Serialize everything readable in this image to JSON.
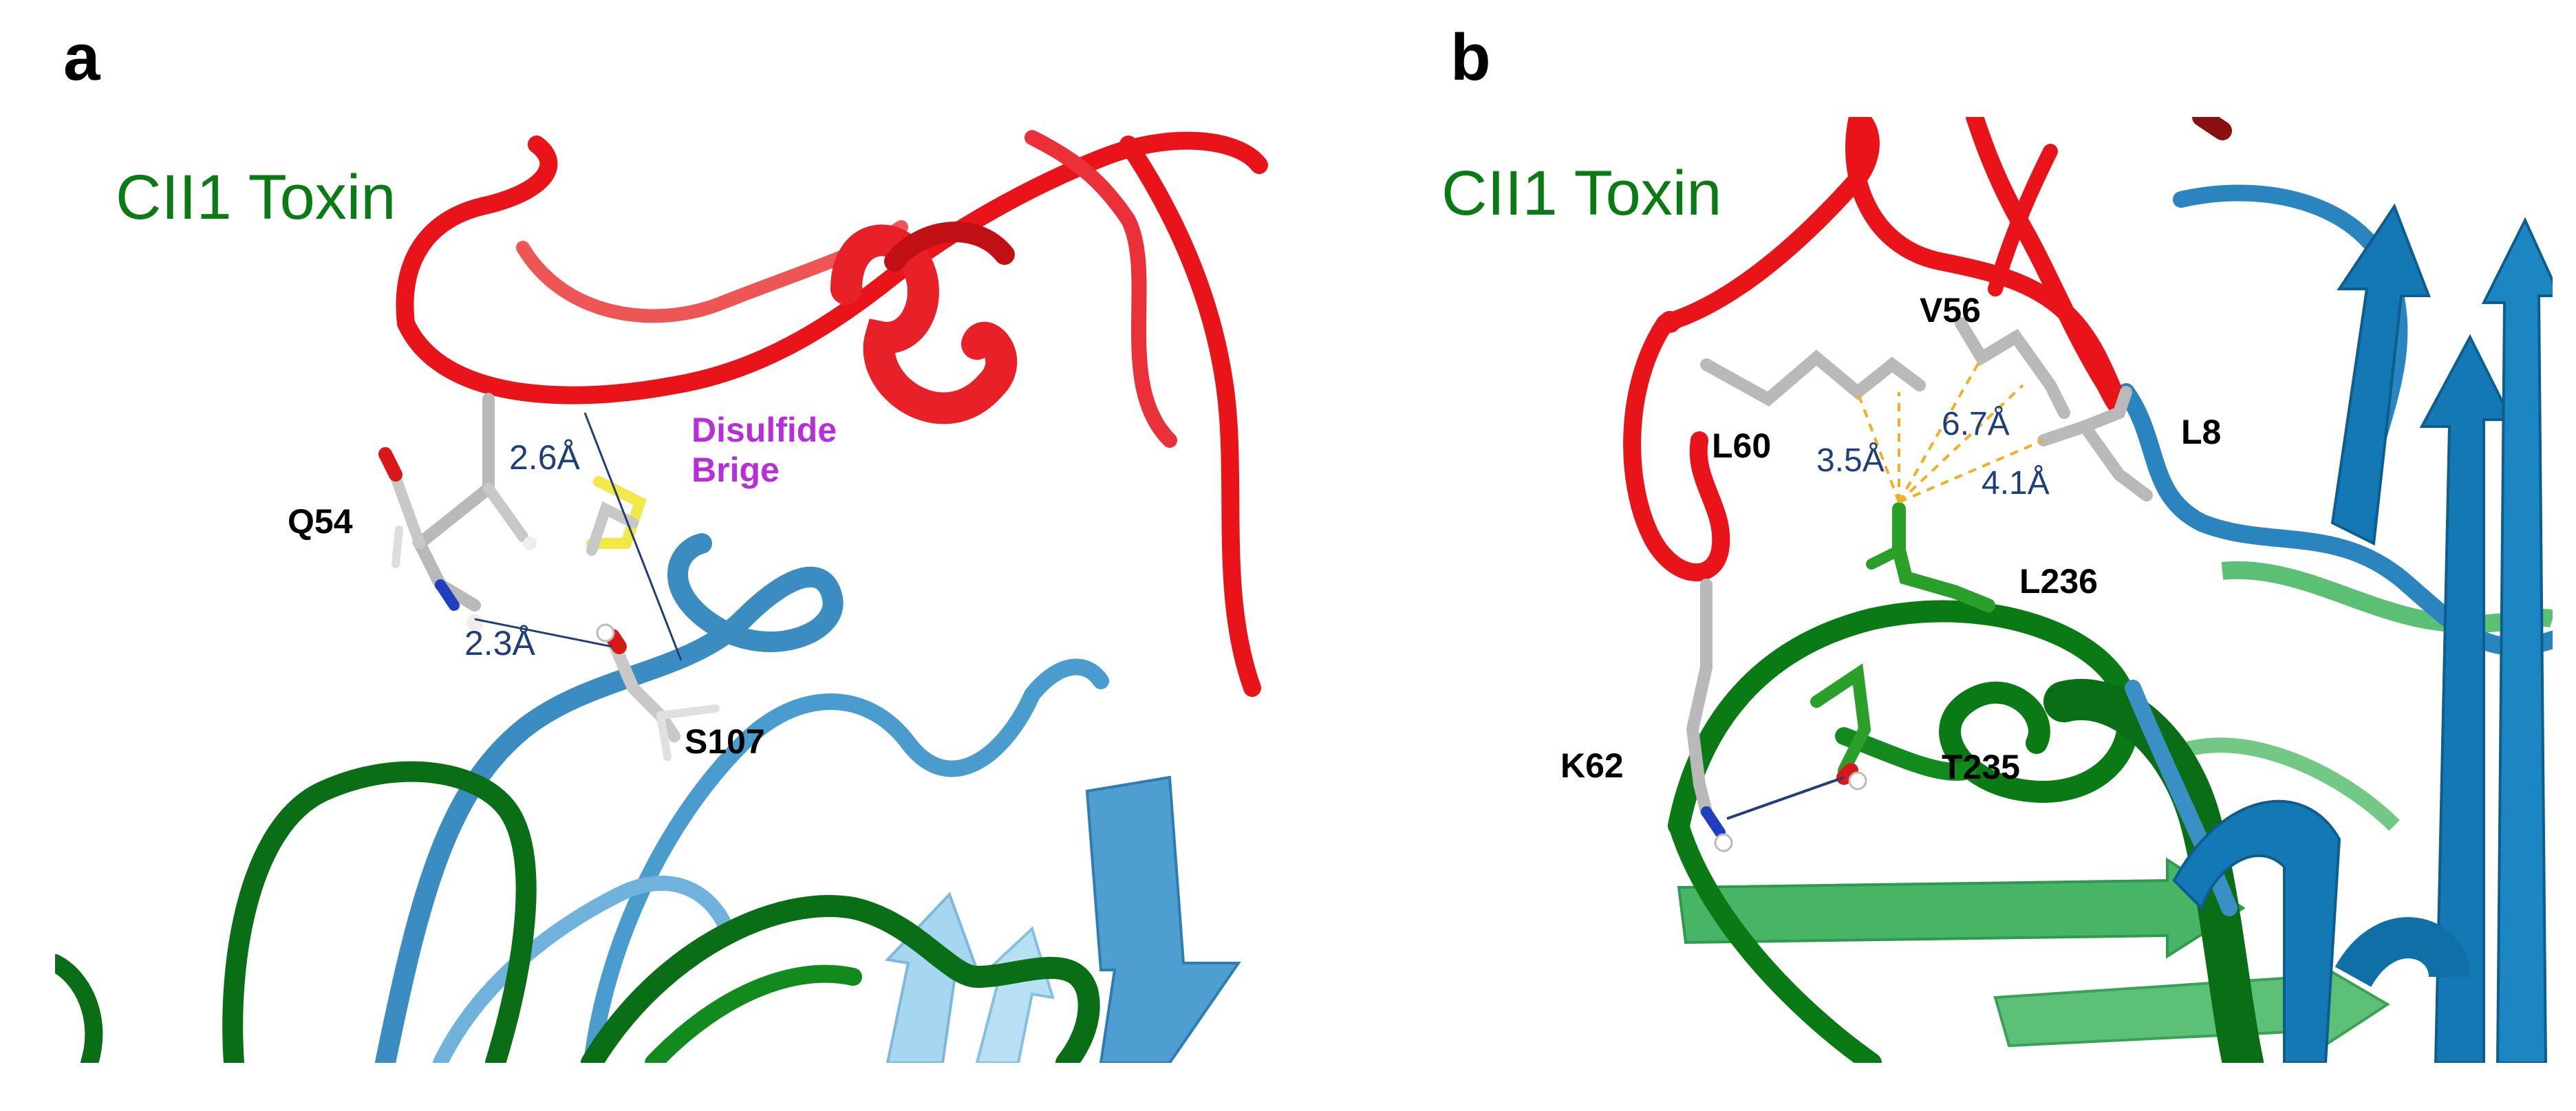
{
  "panels": [
    {
      "letter": "a",
      "title": "CII1 Toxin",
      "residues": {
        "q54": "Q54",
        "s107": "S107"
      },
      "distances": {
        "d1": "2.6Å",
        "d2": "2.3Å"
      },
      "disulfide": {
        "line1": "Disulfide",
        "line2": "Brige"
      }
    },
    {
      "letter": "b",
      "title": "CII1 Toxin",
      "residues": {
        "l60": "L60",
        "v56": "V56",
        "l8": "L8",
        "l236": "L236",
        "k62": "K62",
        "t235": "T235"
      },
      "distances": {
        "d1": "3.5Å",
        "d2": "6.7Å",
        "d3": "4.1Å"
      }
    }
  ],
  "colors": {
    "toxin_green": "#0a7a14",
    "ribbon_red": "#e8141a",
    "ribbon_blue": "#3a8fc4",
    "ribbon_dark_blue": "#1478b4",
    "light_green": "#4cb86a",
    "disulfide_purple": "#b62fd8",
    "distance_blue": "#1e3f78",
    "contact_yellow": "#f0b020"
  }
}
